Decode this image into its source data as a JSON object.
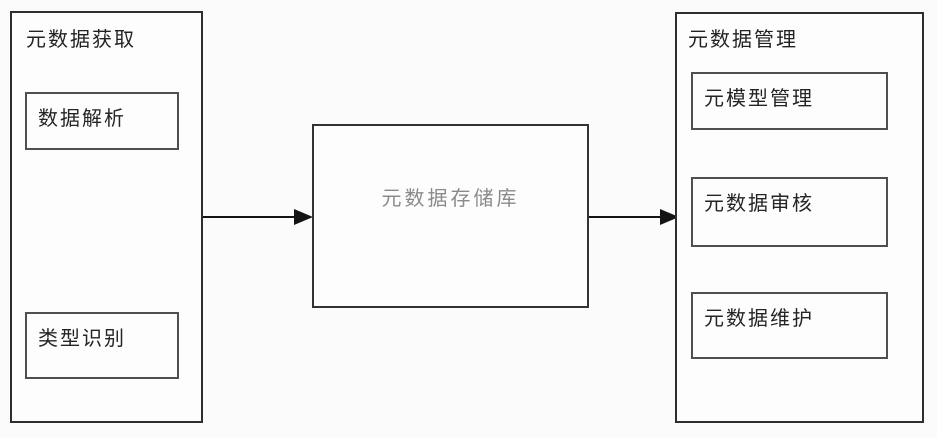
{
  "diagram": {
    "left_panel": {
      "title": "元数据获取",
      "items": [
        {
          "label": "数据解析"
        },
        {
          "label": "类型识别"
        }
      ]
    },
    "center_box": {
      "label": "元数据存储库"
    },
    "right_panel": {
      "title": "元数据管理",
      "items": [
        {
          "label": "元模型管理"
        },
        {
          "label": "元数据审核"
        },
        {
          "label": "元数据维护"
        }
      ]
    },
    "arrows": [
      {
        "from": "元数据获取",
        "to": "元数据存储库",
        "direction": "right"
      },
      {
        "from": "元数据存储库",
        "to": "元数据管理",
        "direction": "right"
      }
    ],
    "colors": {
      "background": "#fbfbfb",
      "panel_border": "#2e2e2e",
      "sub_box_border": "#4f4f4f",
      "label_text": "#242424",
      "center_text": "#8a8a8a",
      "arrow": "#141414"
    }
  }
}
